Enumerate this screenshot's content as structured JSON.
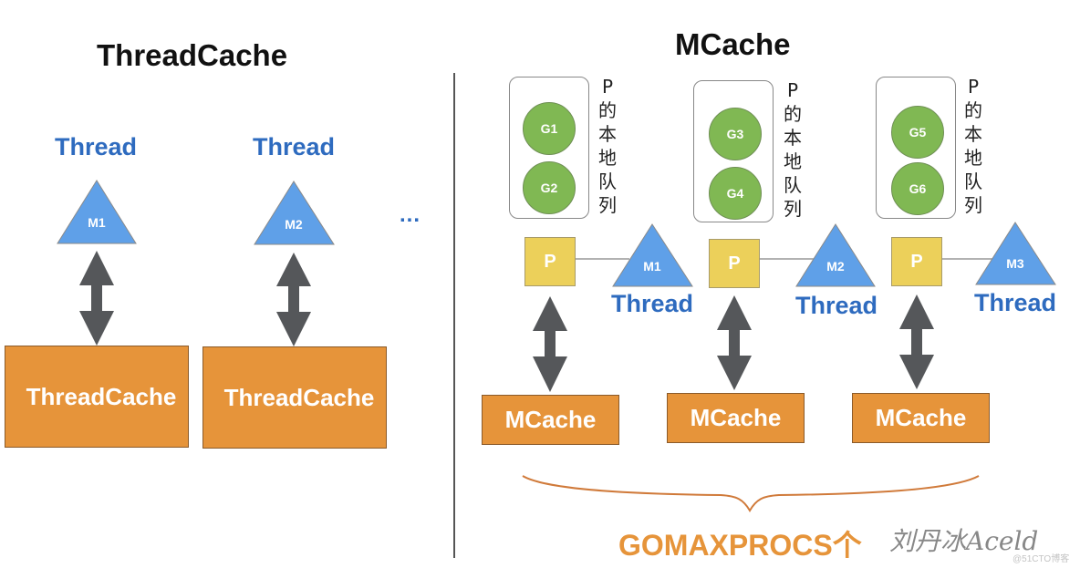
{
  "left": {
    "title": "ThreadCache",
    "ellipsis": "...",
    "units": [
      {
        "thread_label": "Thread",
        "m_label": "M1",
        "cache_label": "ThreadCache"
      },
      {
        "thread_label": "Thread",
        "m_label": "M2",
        "cache_label": "ThreadCache"
      }
    ]
  },
  "right": {
    "title": "MCache",
    "units": [
      {
        "g_labels": [
          "G1",
          "G2"
        ],
        "queue_label_chars": [
          "P",
          "的",
          "本",
          "地",
          "队",
          "列"
        ],
        "p_label": "P",
        "m_label": "M1",
        "thread_label": "Thread",
        "cache_label": "MCache"
      },
      {
        "g_labels": [
          "G3",
          "G4"
        ],
        "queue_label_chars": [
          "P",
          "的",
          "本",
          "地",
          "队",
          "列"
        ],
        "p_label": "P",
        "m_label": "M2",
        "thread_label": "Thread",
        "cache_label": "MCache"
      },
      {
        "g_labels": [
          "G5",
          "G6"
        ],
        "queue_label_chars": [
          "P",
          "的",
          "本",
          "地",
          "队",
          "列"
        ],
        "p_label": "P",
        "m_label": "M3",
        "thread_label": "Thread",
        "cache_label": "MCache"
      }
    ],
    "brace_label": "GOMAXPROCS个",
    "signature": "刘丹冰Aceld"
  },
  "watermark": "@51CTO博客",
  "colors": {
    "thread_blue": "#2e6bbf",
    "triangle_blue": "#5fa0e8",
    "cache_orange": "#e6943a",
    "goroutine_green": "#80b853",
    "processor_yellow": "#ecd05a",
    "arrow_gray": "#55575a"
  }
}
